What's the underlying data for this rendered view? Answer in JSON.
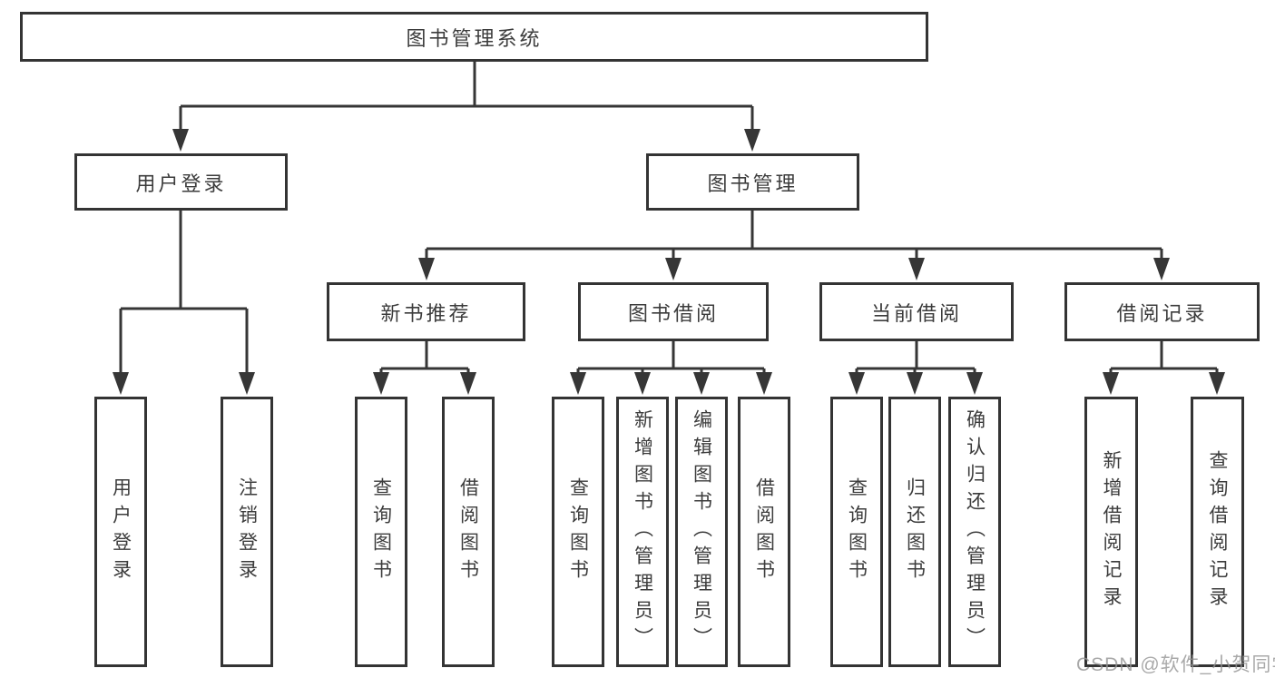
{
  "diagram_type": "hierarchy-chart",
  "colors": {
    "background": "#ffffff",
    "line": "#363636",
    "box_border": "#343434",
    "text": "#3c3c3c",
    "watermark": "#949494"
  },
  "tree": {
    "label": "图书管理系统",
    "children": [
      {
        "label": "用户登录",
        "children": [
          {
            "label": "用户登录"
          },
          {
            "label": "注销登录"
          }
        ]
      },
      {
        "label": "图书管理",
        "children": [
          {
            "label": "新书推荐",
            "children": [
              {
                "label": "查询图书"
              },
              {
                "label": "借阅图书"
              }
            ]
          },
          {
            "label": "图书借阅",
            "children": [
              {
                "label": "查询图书"
              },
              {
                "label": "新增图书（管理员）"
              },
              {
                "label": "编辑图书（管理员）"
              },
              {
                "label": "借阅图书"
              }
            ]
          },
          {
            "label": "当前借阅",
            "children": [
              {
                "label": "查询图书"
              },
              {
                "label": "归还图书"
              },
              {
                "label": "确认归还（管理员）"
              }
            ]
          },
          {
            "label": "借阅记录",
            "children": [
              {
                "label": "新增借阅记录"
              },
              {
                "label": "查询借阅记录"
              }
            ]
          }
        ]
      }
    ]
  },
  "watermark": {
    "text": "CSDN @软件_小贺同学"
  }
}
